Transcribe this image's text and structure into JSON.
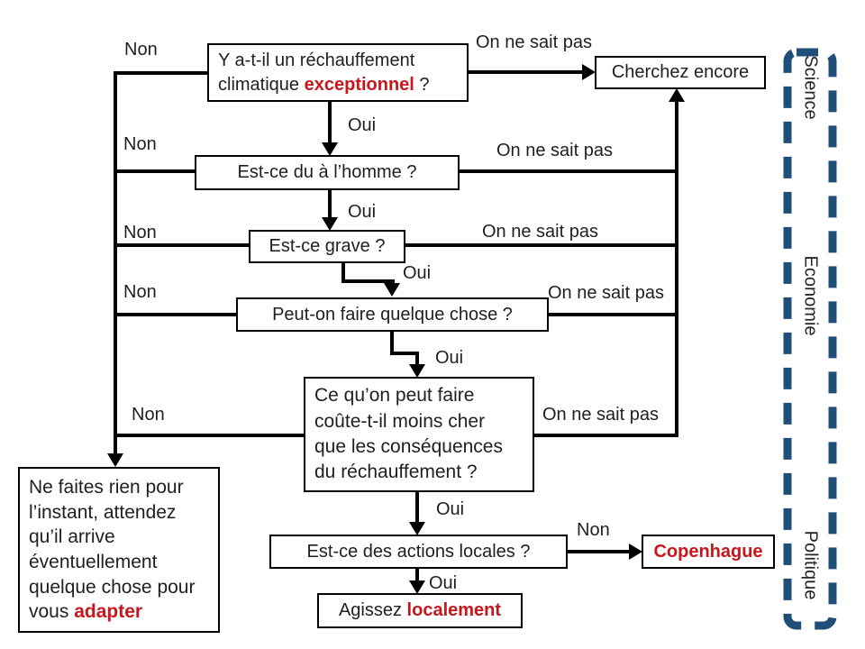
{
  "colors": {
    "accent_red": "#C8161D",
    "sector_blue": "#1F4E79",
    "line_black": "#000000"
  },
  "edge_labels": {
    "non": "Non",
    "oui": "Oui",
    "unknown": "On ne sait pas"
  },
  "nodes": {
    "q1": {
      "pre": "Y a-t-il un réchauffement\nclimatique ",
      "em": "exceptionnel",
      "post": " ?"
    },
    "cherchez": {
      "label": "Cherchez encore"
    },
    "q2": {
      "label": "Est-ce du à l’homme ?"
    },
    "q3": {
      "label": "Est-ce grave ?"
    },
    "q4": {
      "label": "Peut-on faire quelque chose ?"
    },
    "q5": {
      "label": "Ce qu’on peut faire\ncoûte-t-il moins cher\nque les conséquences\ndu réchauffement ?"
    },
    "q6": {
      "label": "Est-ce des actions locales ?"
    },
    "agissez": {
      "pre": "Agissez ",
      "em": "localement"
    },
    "copenhague": {
      "em": "Copenhague"
    },
    "ne_faites": {
      "pre": "Ne faites rien pour\nl’instant, attendez\nqu’il arrive\néventuellement\nquelque chose pour\nvous ",
      "em": "adapter"
    }
  },
  "sectors": {
    "science": "Science",
    "economie": "Economie",
    "politique": "Politique"
  }
}
